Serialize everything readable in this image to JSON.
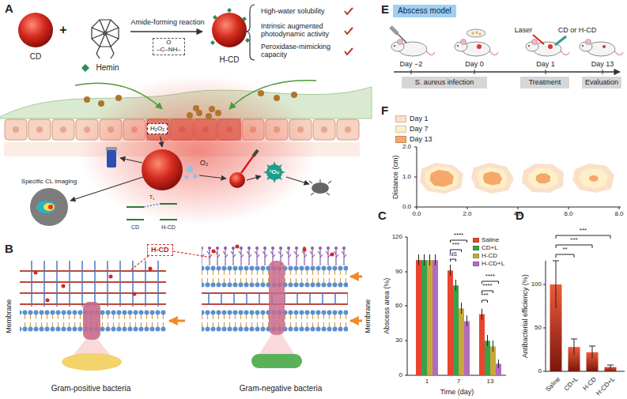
{
  "diagram": {
    "nodes": [
      {
        "text": [
          "O",
          "–C–NH–"
        ]
      },
      {
        "text": [
          "H₂O₂"
        ]
      },
      {
        "text": [
          "H-CD"
        ]
      },
      {
        "text": [
          "Abscess model"
        ]
      },
      {
        "text": [
          "S. aureus infection"
        ]
      },
      {
        "text": [
          "Treatment"
        ]
      },
      {
        "text": [
          "Evaluation"
        ]
      }
    ],
    "labels": [
      "A",
      "CD",
      "+",
      "Hemin",
      "Amide-forming reaction",
      "H-CD",
      "High-water solubility",
      "Intrinsic augmented photodynamic activity",
      "Peroxidase-mimicking capacity",
      "Specific CL imaging",
      "O₂",
      "¹O₂",
      "T₁",
      "CD",
      "H-CD",
      "B",
      "Membrane",
      "Membrane",
      "Gram-positive bacteria",
      "Gram-negative bacteria",
      "C",
      "Abscess area (%)",
      "0",
      "30",
      "60",
      "90",
      "120",
      "1",
      "7",
      "13",
      "Time (day)",
      "NS",
      "***",
      "****",
      "****",
      "****",
      "***",
      "D",
      "Antibacterial efficiency (%)",
      "0",
      "50",
      "100",
      "Saline",
      "CD+L",
      "H-CD",
      "H-CD+L",
      "**",
      "***",
      "***",
      "E",
      "Laser",
      "CD or H-CD",
      "Day −2",
      "Day 0",
      "Day 1",
      "Day 13",
      "F",
      "Distance (cm)",
      "0.0",
      "1.0",
      "2.0",
      "0.0",
      "2.0",
      "4.0",
      "6.0",
      "8.0"
    ],
    "legend": [
      {
        "text": "Saline",
        "color": "#e8452c"
      },
      {
        "text": "CD+L",
        "color": "#3aa04a"
      },
      {
        "text": "H-CD",
        "color": "#c6a93a"
      },
      {
        "text": "H-CD+L",
        "color": "#b56bc0"
      },
      {
        "text": "Day 1",
        "color": "#fbe0c8"
      },
      {
        "text": "Day 7",
        "color": "#fdf0c8"
      },
      {
        "text": "Day 13",
        "color": "#f5a86a"
      }
    ]
  }
}
